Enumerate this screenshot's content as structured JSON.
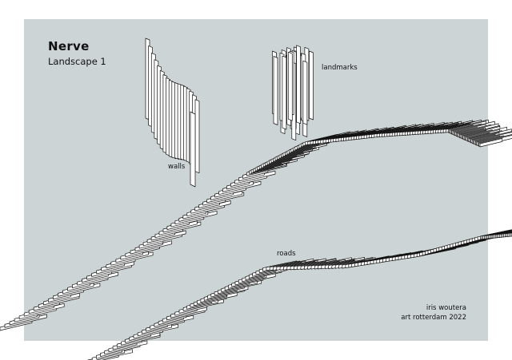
{
  "poster": {
    "title": "Nerve",
    "subtitle": "Landscape 1",
    "labels": {
      "walls": "walls",
      "landmarks": "landmarks",
      "roads": "roads"
    },
    "credit": {
      "artist": "iris woutera",
      "event": "art rotterdam 2022"
    }
  },
  "colors": {
    "panel": "#cdd4d6",
    "stroke": "#111111",
    "fill": "#ffffff"
  }
}
